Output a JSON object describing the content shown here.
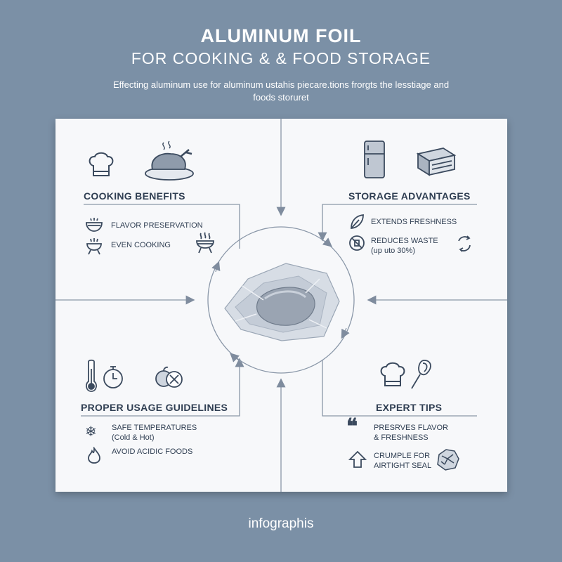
{
  "header": {
    "title": "ALUMINUM FOIL",
    "subtitle": "FOR COOKING & & FOOD STORAGE",
    "tagline": "Effecting aluminum use for aluminum ustahis piecare.tions frorgts the lesstiage and foods storuret"
  },
  "quadrants": {
    "cooking": {
      "title": "COOKING BENEFITS",
      "items": [
        "FLAVOR PRESERVATION",
        "EVEN COOKING"
      ]
    },
    "storage": {
      "title": "STORAGE ADVANTAGES",
      "items": [
        "EXTENDS FRESHNESS",
        "REDUCES WASTE",
        "(up uto 30%)"
      ]
    },
    "usage": {
      "title": "PROPER USAGE GUIDELINES",
      "items": [
        "SAFE TEMPERATURES",
        "(Cold & Hot)",
        "AVOID ACIDIC FOODS"
      ]
    },
    "tips": {
      "title": "EXPERT TIPS",
      "items": [
        "PRESRVES FLAVOR",
        "& FRESHNESS",
        "CRUMPLE FOR",
        "AIRTIGHT SEAL"
      ]
    }
  },
  "footer": {
    "label": "infographis"
  },
  "icons": [
    "chef-hat-icon",
    "roast-chicken-icon",
    "fridge-icon",
    "storage-container-icon",
    "bowl-icon",
    "grill-icon",
    "leaf-icon",
    "no-waste-icon",
    "recycle-icon",
    "foil-wrapped-food-icon",
    "thermometer-icon",
    "stopwatch-icon",
    "no-fruit-icon",
    "whisk-icon",
    "quote-icon",
    "snowflake-icon",
    "flame-icon",
    "arrow-up-icon",
    "crumpled-foil-icon"
  ],
  "colors": {
    "background": "#7b90a6",
    "card": "#f7f8fa",
    "ink": "#2f3e52",
    "lines": "#8a97a8"
  }
}
